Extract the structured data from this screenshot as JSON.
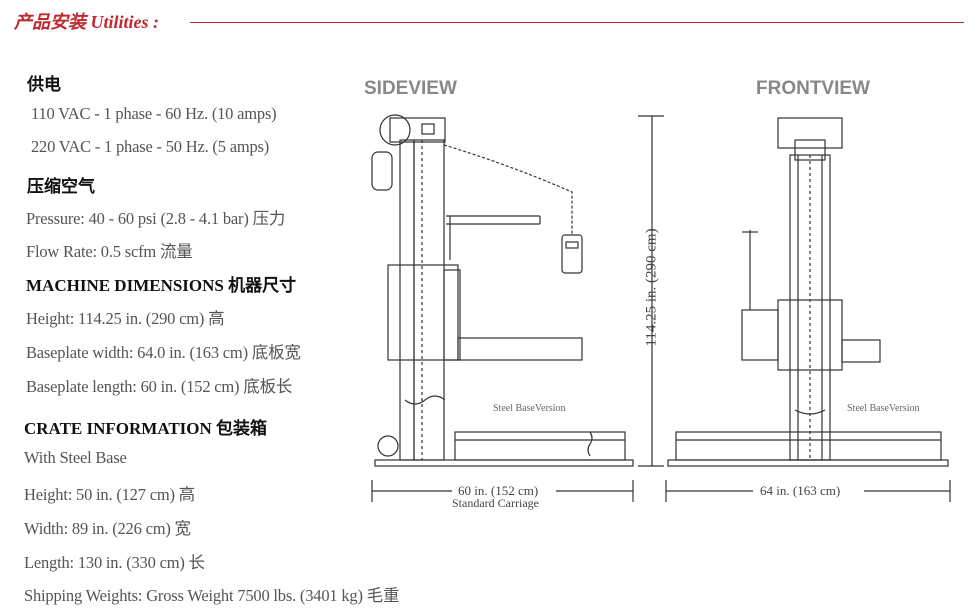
{
  "header": {
    "title": "产品安装  Utilities :"
  },
  "power": {
    "heading": "供电",
    "lines": [
      "110 VAC - 1 phase - 60 Hz. (10 amps)",
      "220 VAC - 1 phase - 50 Hz. (5 amps)"
    ]
  },
  "air": {
    "heading": "压缩空气",
    "lines": [
      "Pressure: 40 - 60 psi (2.8 - 4.1 bar)  压力",
      "Flow Rate: 0.5 scfm  流量"
    ]
  },
  "machine": {
    "heading": "MACHINE DIMENSIONS 机器尺寸",
    "lines": [
      "Height: 114.25 in. (290 cm) 高",
      "Baseplate width: 64.0 in. (163 cm) 底板宽",
      "Baseplate length: 60 in. (152 cm) 底板长"
    ]
  },
  "crate": {
    "heading": "CRATE INFORMATION 包装箱",
    "lines": [
      "With Steel Base",
      "Height: 50 in. (127 cm) 高",
      "Width: 89 in. (226 cm) 宽",
      "Length: 130 in. (330 cm) 长",
      "Shipping Weights: Gross Weight 7500 lbs. (3401 kg) 毛重"
    ]
  },
  "drawing": {
    "sideview_label": "SIDEVIEW",
    "frontview_label": "FRONTVIEW",
    "height_dim": "114.25 in. (290 cm)",
    "side_width_dim": "60 in. (152 cm)",
    "side_width_note": "Standard Carriage",
    "front_width_dim": "64 in. (163 cm)",
    "side_base_note": "Steel BaseVersion",
    "front_base_note": "Steel BaseVersion"
  },
  "colors": {
    "accent": "#c0282d",
    "text": "#555555",
    "heading": "#111111",
    "drawing": "#333333"
  }
}
